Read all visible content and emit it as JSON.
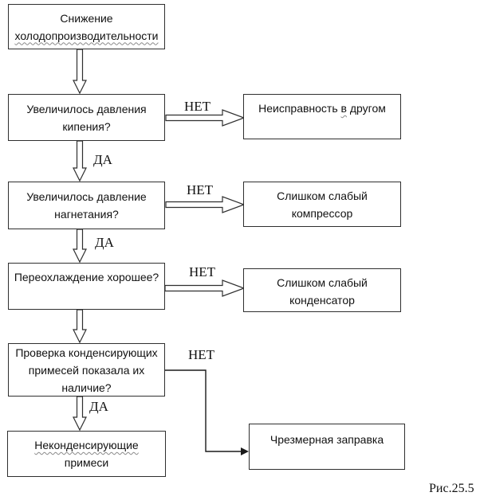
{
  "flowchart": {
    "nodes": {
      "start": {
        "line1": "Снижение",
        "line2": "холодопроизводительности"
      },
      "q_boiling": {
        "line1": "Увеличилось давления",
        "line2": "кипения?"
      },
      "fault_elsewhere": {
        "pre": "Неисправность ",
        "wavy": "в",
        "post": " другом"
      },
      "q_discharge": {
        "line1": "Увеличилось давление",
        "line2": "нагнетания?"
      },
      "weak_compressor": {
        "line1": "Слишком слабый",
        "line2": "компрессор"
      },
      "q_subcooling": {
        "line1": "Переохлаждение хорошее?"
      },
      "weak_condenser": {
        "line1": "Слишком слабый",
        "line2": "конденсатор"
      },
      "q_impurities": {
        "line1": "Проверка конденсирующих",
        "line2": "примесей показала их",
        "line3": "наличие?"
      },
      "noncondensables": {
        "line1": "Неконденсирующие",
        "line2": "примеси"
      },
      "overcharge": {
        "line1": "Чрезмерная заправка"
      }
    },
    "labels": {
      "no1": "НЕТ",
      "no2": "НЕТ",
      "no3": "НЕТ",
      "no4": "НЕТ",
      "yes1": "ДА",
      "yes2": "ДА",
      "yes3": "ДА"
    },
    "caption": "Рис.25.5",
    "colors": {
      "line": "#2f2f2f",
      "text": "#111111",
      "squiggle": "#8a8a8a",
      "background": "#ffffff"
    }
  }
}
